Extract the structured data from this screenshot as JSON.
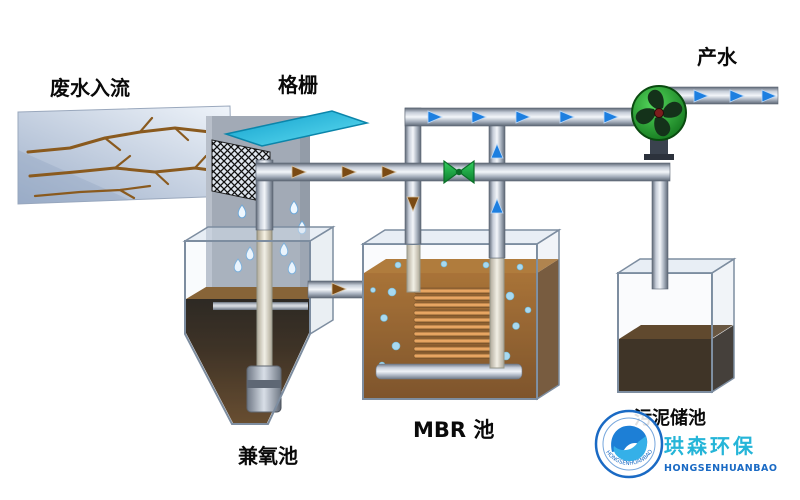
{
  "diagram": {
    "labels": {
      "inflow": "废水入流",
      "screen": "格栅",
      "product_water": "产水",
      "facultative_tank": "兼氧池",
      "mbr_tank": "MBR 池",
      "sludge_tank": "污泥储池"
    },
    "watermark": {
      "cn": "珙森环保",
      "en": "HONGSENHUANBAO"
    },
    "colors": {
      "pipe_gray": "#8a93a0",
      "arrow_blue": "#1d7fe0",
      "arrow_brown": "#7a4a14",
      "valve_green": "#18a848",
      "screen_cyan": "#28b6dc",
      "fan_green": "#1f9e2e",
      "tank1_liquid": "#2a1a06",
      "mbr_liquid": "#8a4f10",
      "membrane_orange": "#f2a24e",
      "watermark_blue": "#1a6ac4",
      "watermark_cyan": "#25b5d8"
    }
  }
}
